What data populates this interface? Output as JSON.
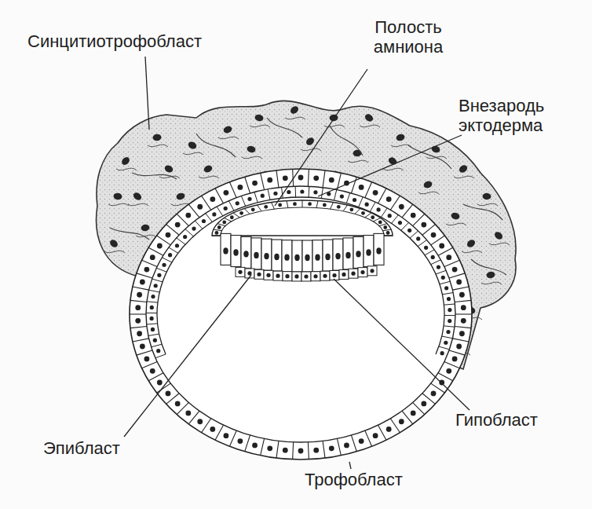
{
  "diagram": {
    "labels": [
      "Синцитиотрофобласт",
      "Полость амниона",
      "Внезародь эктодерма",
      "Гипобласт",
      "Эпибласт",
      "Трофобласт"
    ]
  }
}
